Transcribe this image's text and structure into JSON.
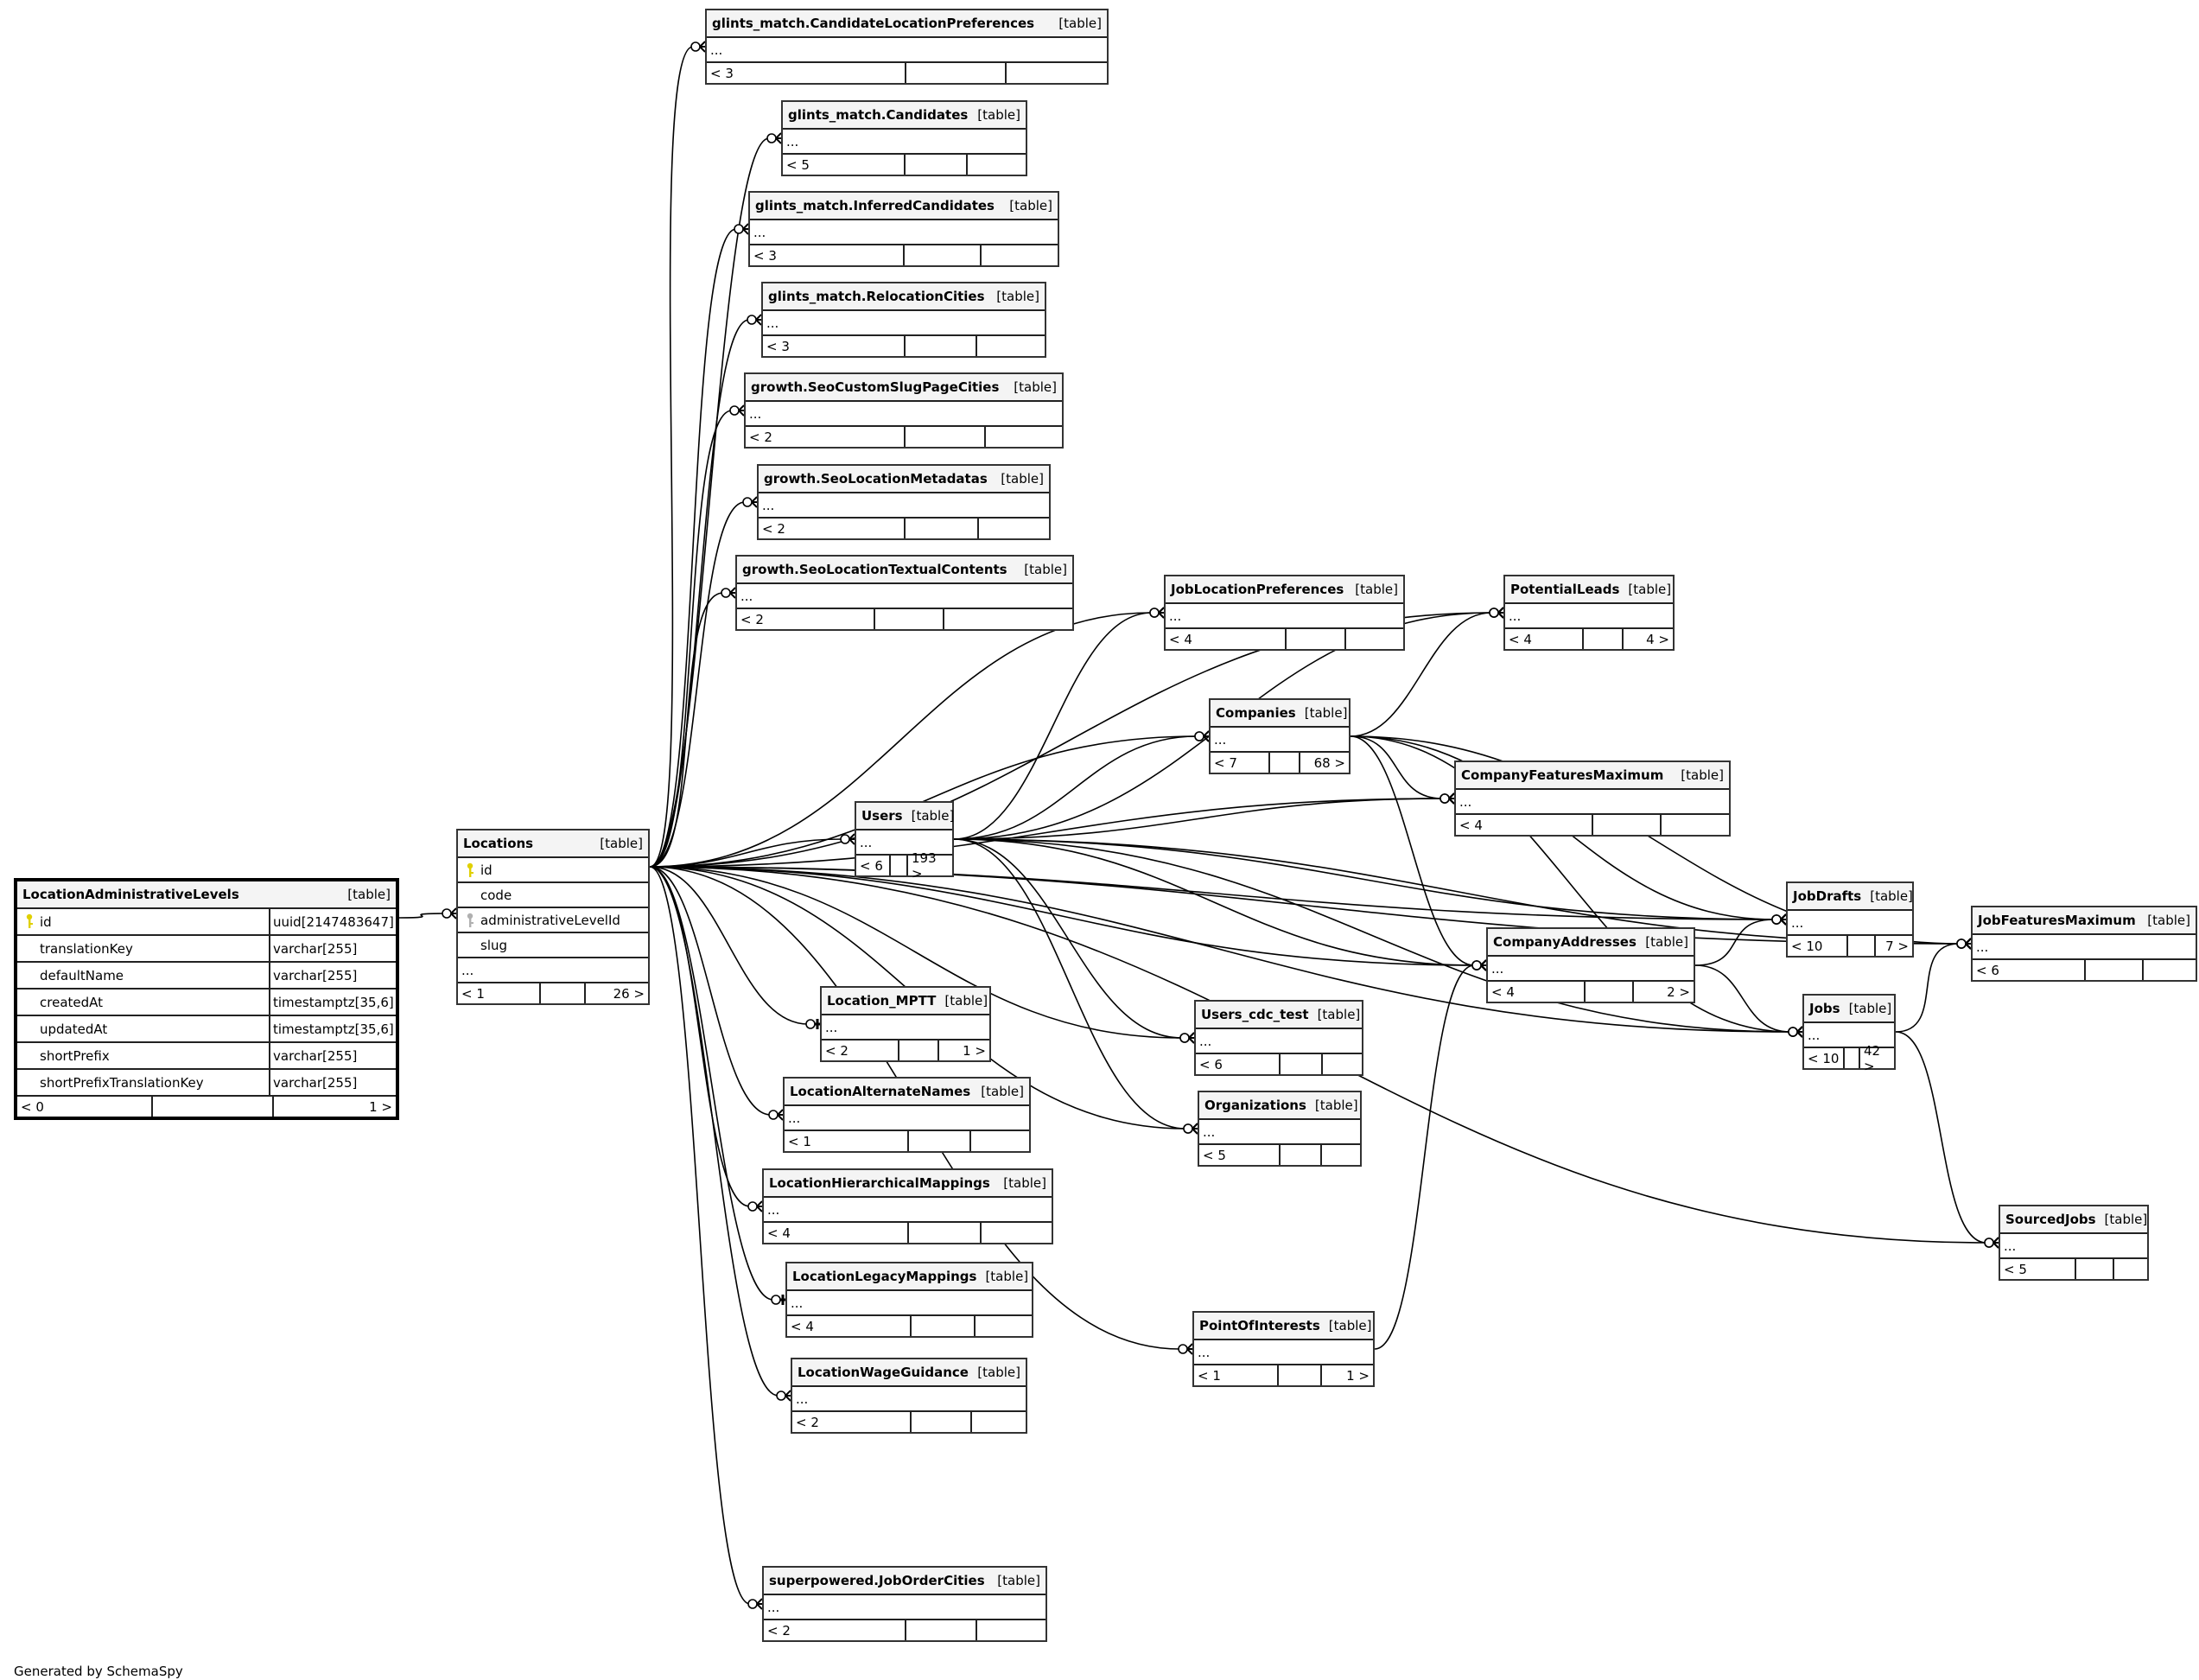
{
  "footer": "Generated by SchemaSpy",
  "key_colors": {
    "primary": "#e0d000",
    "foreign": "#b0b0b0"
  },
  "tables": [
    {
      "id": "LocationAdministrativeLevels",
      "name": "LocationAdministrativeLevels",
      "kind": "[table]",
      "main": true,
      "columns": [
        {
          "name": "id",
          "type": "uuid[2147483647]",
          "key": "primary"
        },
        {
          "name": "translationKey",
          "type": "varchar[255]"
        },
        {
          "name": "defaultName",
          "type": "varchar[255]"
        },
        {
          "name": "createdAt",
          "type": "timestamptz[35,6]"
        },
        {
          "name": "updatedAt",
          "type": "timestamptz[35,6]"
        },
        {
          "name": "shortPrefix",
          "type": "varchar[255]"
        },
        {
          "name": "shortPrefixTranslationKey",
          "type": "varchar[255]"
        }
      ],
      "parents": "< 0",
      "children": "1 >"
    },
    {
      "id": "Locations",
      "name": "Locations",
      "kind": "[table]",
      "columns": [
        {
          "name": "id",
          "key": "primary"
        },
        {
          "name": "code"
        },
        {
          "name": "administrativeLevelId",
          "key": "foreign"
        },
        {
          "name": "slug"
        }
      ],
      "ellipsis": "...",
      "parents": "< 1",
      "children": "26 >"
    },
    {
      "id": "CLP",
      "name": "glints_match.CandidateLocationPreferences",
      "kind": "[table]",
      "ellipsis": "...",
      "parents": "< 3",
      "children": ""
    },
    {
      "id": "Cand",
      "name": "glints_match.Candidates",
      "kind": "[table]",
      "ellipsis": "...",
      "parents": "< 5",
      "children": ""
    },
    {
      "id": "InfCand",
      "name": "glints_match.InferredCandidates",
      "kind": "[table]",
      "ellipsis": "...",
      "parents": "< 3",
      "children": ""
    },
    {
      "id": "Reloc",
      "name": "glints_match.RelocationCities",
      "kind": "[table]",
      "ellipsis": "...",
      "parents": "< 3",
      "children": ""
    },
    {
      "id": "SeoSlug",
      "name": "growth.SeoCustomSlugPageCities",
      "kind": "[table]",
      "ellipsis": "...",
      "parents": "< 2",
      "children": ""
    },
    {
      "id": "SeoMeta",
      "name": "growth.SeoLocationMetadatas",
      "kind": "[table]",
      "ellipsis": "...",
      "parents": "< 2",
      "children": ""
    },
    {
      "id": "SeoText",
      "name": "growth.SeoLocationTextualContents",
      "kind": "[table]",
      "ellipsis": "...",
      "parents": "< 2",
      "children": ""
    },
    {
      "id": "JobLocPref",
      "name": "JobLocationPreferences",
      "kind": "[table]",
      "ellipsis": "...",
      "parents": "< 4",
      "children": ""
    },
    {
      "id": "PotLeads",
      "name": "PotentialLeads",
      "kind": "[table]",
      "ellipsis": "...",
      "parents": "< 4",
      "children": "4 >"
    },
    {
      "id": "Companies",
      "name": "Companies",
      "kind": "[table]",
      "ellipsis": "...",
      "parents": "< 7",
      "children": "68 >"
    },
    {
      "id": "CompFeat",
      "name": "CompanyFeaturesMaximum",
      "kind": "[table]",
      "ellipsis": "...",
      "parents": "< 4",
      "children": ""
    },
    {
      "id": "Users",
      "name": "Users",
      "kind": "[table]",
      "ellipsis": "...",
      "parents": "< 6",
      "children": "193 >"
    },
    {
      "id": "JobDrafts",
      "name": "JobDrafts",
      "kind": "[table]",
      "ellipsis": "...",
      "parents": "< 10",
      "children": "7 >"
    },
    {
      "id": "JobFeat",
      "name": "JobFeaturesMaximum",
      "kind": "[table]",
      "ellipsis": "...",
      "parents": "< 6",
      "children": ""
    },
    {
      "id": "CompAddr",
      "name": "CompanyAddresses",
      "kind": "[table]",
      "ellipsis": "...",
      "parents": "< 4",
      "children": "2 >"
    },
    {
      "id": "Jobs",
      "name": "Jobs",
      "kind": "[table]",
      "ellipsis": "...",
      "parents": "< 10",
      "children": "42 >"
    },
    {
      "id": "MPTT",
      "name": "Location_MPTT",
      "kind": "[table]",
      "ellipsis": "...",
      "parents": "< 2",
      "children": "1 >"
    },
    {
      "id": "UsersCdc",
      "name": "Users_cdc_test",
      "kind": "[table]",
      "ellipsis": "...",
      "parents": "< 6",
      "children": ""
    },
    {
      "id": "AltNames",
      "name": "LocationAlternateNames",
      "kind": "[table]",
      "ellipsis": "...",
      "parents": "< 1",
      "children": ""
    },
    {
      "id": "Orgs",
      "name": "Organizations",
      "kind": "[table]",
      "ellipsis": "...",
      "parents": "< 5",
      "children": ""
    },
    {
      "id": "HierMap",
      "name": "LocationHierarchicalMappings",
      "kind": "[table]",
      "ellipsis": "...",
      "parents": "< 4",
      "children": ""
    },
    {
      "id": "SourcedJobs",
      "name": "SourcedJobs",
      "kind": "[table]",
      "ellipsis": "...",
      "parents": "< 5",
      "children": ""
    },
    {
      "id": "LegacyMap",
      "name": "LocationLegacyMappings",
      "kind": "[table]",
      "ellipsis": "...",
      "parents": "< 4",
      "children": ""
    },
    {
      "id": "POI",
      "name": "PointOfInterests",
      "kind": "[table]",
      "ellipsis": "...",
      "parents": "< 1",
      "children": "1 >"
    },
    {
      "id": "Wage",
      "name": "LocationWageGuidance",
      "kind": "[table]",
      "ellipsis": "...",
      "parents": "< 2",
      "children": ""
    },
    {
      "id": "JobOrderCities",
      "name": "superpowered.JobOrderCities",
      "kind": "[table]",
      "ellipsis": "...",
      "parents": "< 2",
      "children": ""
    }
  ],
  "relationships": [
    {
      "from": "LocationAdministrativeLevels",
      "to": "Locations",
      "type": "many"
    },
    {
      "from": "Locations",
      "to": "CLP",
      "type": "many"
    },
    {
      "from": "Locations",
      "to": "Cand",
      "type": "many"
    },
    {
      "from": "Locations",
      "to": "InfCand",
      "type": "many"
    },
    {
      "from": "Locations",
      "to": "Reloc",
      "type": "many"
    },
    {
      "from": "Locations",
      "to": "SeoSlug",
      "type": "many"
    },
    {
      "from": "Locations",
      "to": "SeoMeta",
      "type": "many"
    },
    {
      "from": "Locations",
      "to": "SeoText",
      "type": "many"
    },
    {
      "from": "Locations",
      "to": "JobLocPref",
      "type": "many"
    },
    {
      "from": "Locations",
      "to": "PotLeads",
      "type": "many"
    },
    {
      "from": "Locations",
      "to": "Companies",
      "type": "many"
    },
    {
      "from": "Locations",
      "to": "CompFeat",
      "type": "many"
    },
    {
      "from": "Locations",
      "to": "Users",
      "type": "many"
    },
    {
      "from": "Locations",
      "to": "JobDrafts",
      "type": "many"
    },
    {
      "from": "Locations",
      "to": "JobFeat",
      "type": "many"
    },
    {
      "from": "Locations",
      "to": "CompAddr",
      "type": "many"
    },
    {
      "from": "Locations",
      "to": "Jobs",
      "type": "many"
    },
    {
      "from": "Locations",
      "to": "MPTT",
      "type": "one"
    },
    {
      "from": "Locations",
      "to": "UsersCdc",
      "type": "many"
    },
    {
      "from": "Locations",
      "to": "AltNames",
      "type": "many"
    },
    {
      "from": "Locations",
      "to": "Orgs",
      "type": "many"
    },
    {
      "from": "Locations",
      "to": "HierMap",
      "type": "many"
    },
    {
      "from": "Locations",
      "to": "SourcedJobs",
      "type": "many"
    },
    {
      "from": "Locations",
      "to": "LegacyMap",
      "type": "one"
    },
    {
      "from": "Locations",
      "to": "POI",
      "type": "many"
    },
    {
      "from": "Locations",
      "to": "Wage",
      "type": "many"
    },
    {
      "from": "Locations",
      "to": "JobOrderCities",
      "type": "many"
    },
    {
      "from": "Users",
      "to": "JobLocPref",
      "type": "many"
    },
    {
      "from": "Users",
      "to": "PotLeads",
      "type": "many"
    },
    {
      "from": "Users",
      "to": "Companies",
      "type": "many"
    },
    {
      "from": "Users",
      "to": "CompFeat",
      "type": "many"
    },
    {
      "from": "Users",
      "to": "JobDrafts",
      "type": "many"
    },
    {
      "from": "Users",
      "to": "Jobs",
      "type": "many"
    },
    {
      "from": "Users",
      "to": "JobFeat",
      "type": "many"
    },
    {
      "from": "Users",
      "to": "UsersCdc",
      "type": "many"
    },
    {
      "from": "Users",
      "to": "Orgs",
      "type": "many"
    },
    {
      "from": "Users",
      "to": "CompAddr",
      "type": "many"
    },
    {
      "from": "Companies",
      "to": "PotLeads",
      "type": "many"
    },
    {
      "from": "Companies",
      "to": "CompFeat",
      "type": "many"
    },
    {
      "from": "Companies",
      "to": "CompAddr",
      "type": "many"
    },
    {
      "from": "Companies",
      "to": "JobDrafts",
      "type": "many"
    },
    {
      "from": "Companies",
      "to": "Jobs",
      "type": "many"
    },
    {
      "from": "Companies",
      "to": "JobFeat",
      "type": "many"
    },
    {
      "from": "CompAddr",
      "to": "JobDrafts",
      "type": "many"
    },
    {
      "from": "CompAddr",
      "to": "Jobs",
      "type": "many"
    },
    {
      "from": "Jobs",
      "to": "JobFeat",
      "type": "many"
    },
    {
      "from": "Jobs",
      "to": "SourcedJobs",
      "type": "many"
    },
    {
      "from": "POI",
      "to": "CompAddr",
      "type": "many"
    }
  ]
}
